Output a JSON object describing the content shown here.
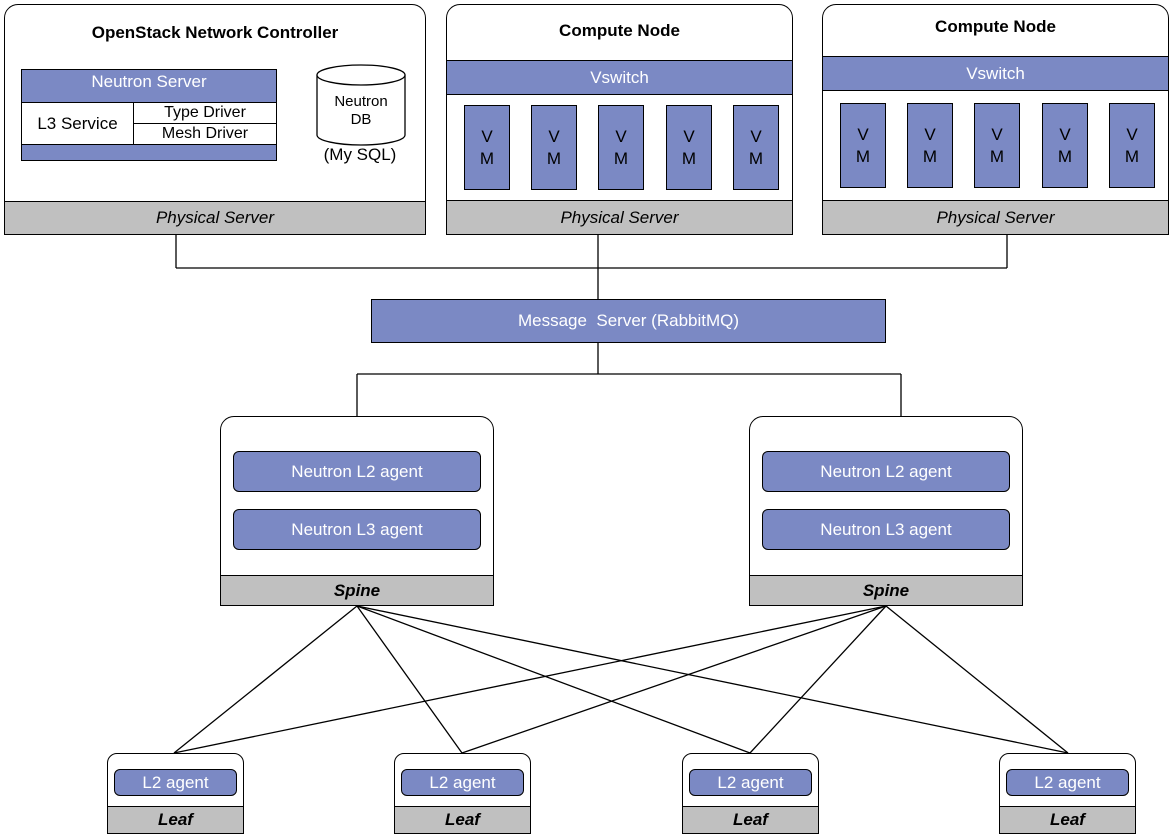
{
  "controller": {
    "title": "OpenStack Network Controller",
    "neutron_server": "Neutron Server",
    "l3_service": "L3 Service",
    "type_driver": "Type Driver",
    "mesh_driver": "Mesh Driver",
    "db_label_line1": "Neutron",
    "db_label_line2": "DB",
    "db_caption": "(My SQL)",
    "footer": "Physical Server"
  },
  "compute_nodes": [
    {
      "title": "Compute Node",
      "vswitch": "Vswitch",
      "vm": "V\nM",
      "footer": "Physical Server"
    },
    {
      "title": "Compute Node",
      "vswitch": "Vswitch",
      "vm": "V\nM",
      "footer": "Physical Server"
    }
  ],
  "message_server": "Message  Server (RabbitMQ)",
  "spines": [
    {
      "l2": "Neutron L2 agent",
      "l3": "Neutron L3 agent",
      "label": "Spine"
    },
    {
      "l2": "Neutron L2 agent",
      "l3": "Neutron L3 agent",
      "label": "Spine"
    }
  ],
  "leaves": [
    {
      "agent": "L2 agent",
      "label": "Leaf"
    },
    {
      "agent": "L2 agent",
      "label": "Leaf"
    },
    {
      "agent": "L2 agent",
      "label": "Leaf"
    },
    {
      "agent": "L2 agent",
      "label": "Leaf"
    }
  ],
  "colors": {
    "accent": "#7b89c4",
    "grey": "#c0c0c0"
  }
}
